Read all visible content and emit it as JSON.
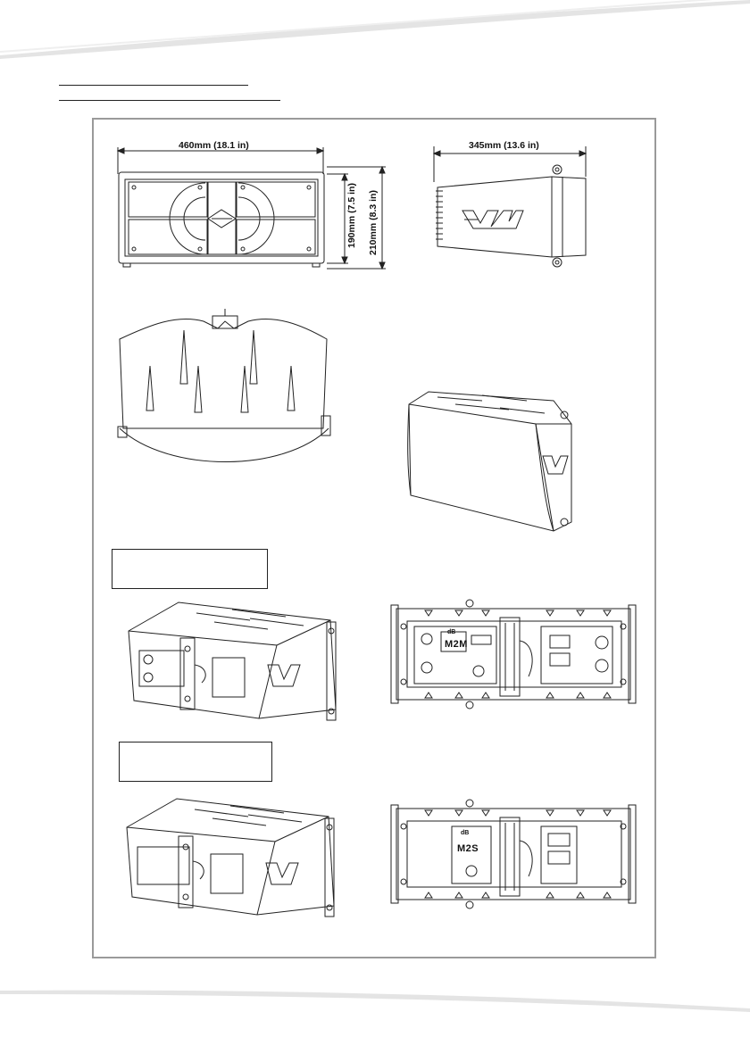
{
  "page": {
    "heading_line_1": "",
    "heading_line_2": ""
  },
  "front_view": {
    "width_label": "460mm (18.1 in)",
    "inner_height_label": "190mm (7.5 in)",
    "outer_height_label": "210mm (8.3 in)"
  },
  "side_view": {
    "depth_label": "345mm (13.6 in)"
  },
  "variant_a": {
    "label": "",
    "panel_model": "M2M"
  },
  "variant_b": {
    "label": "",
    "panel_model": "M2S"
  },
  "brand": {
    "logo_text": "dB"
  },
  "colors": {
    "frame_border": "#9a9a9a",
    "line": "#222222",
    "swoosh": "#d9d9d9"
  }
}
